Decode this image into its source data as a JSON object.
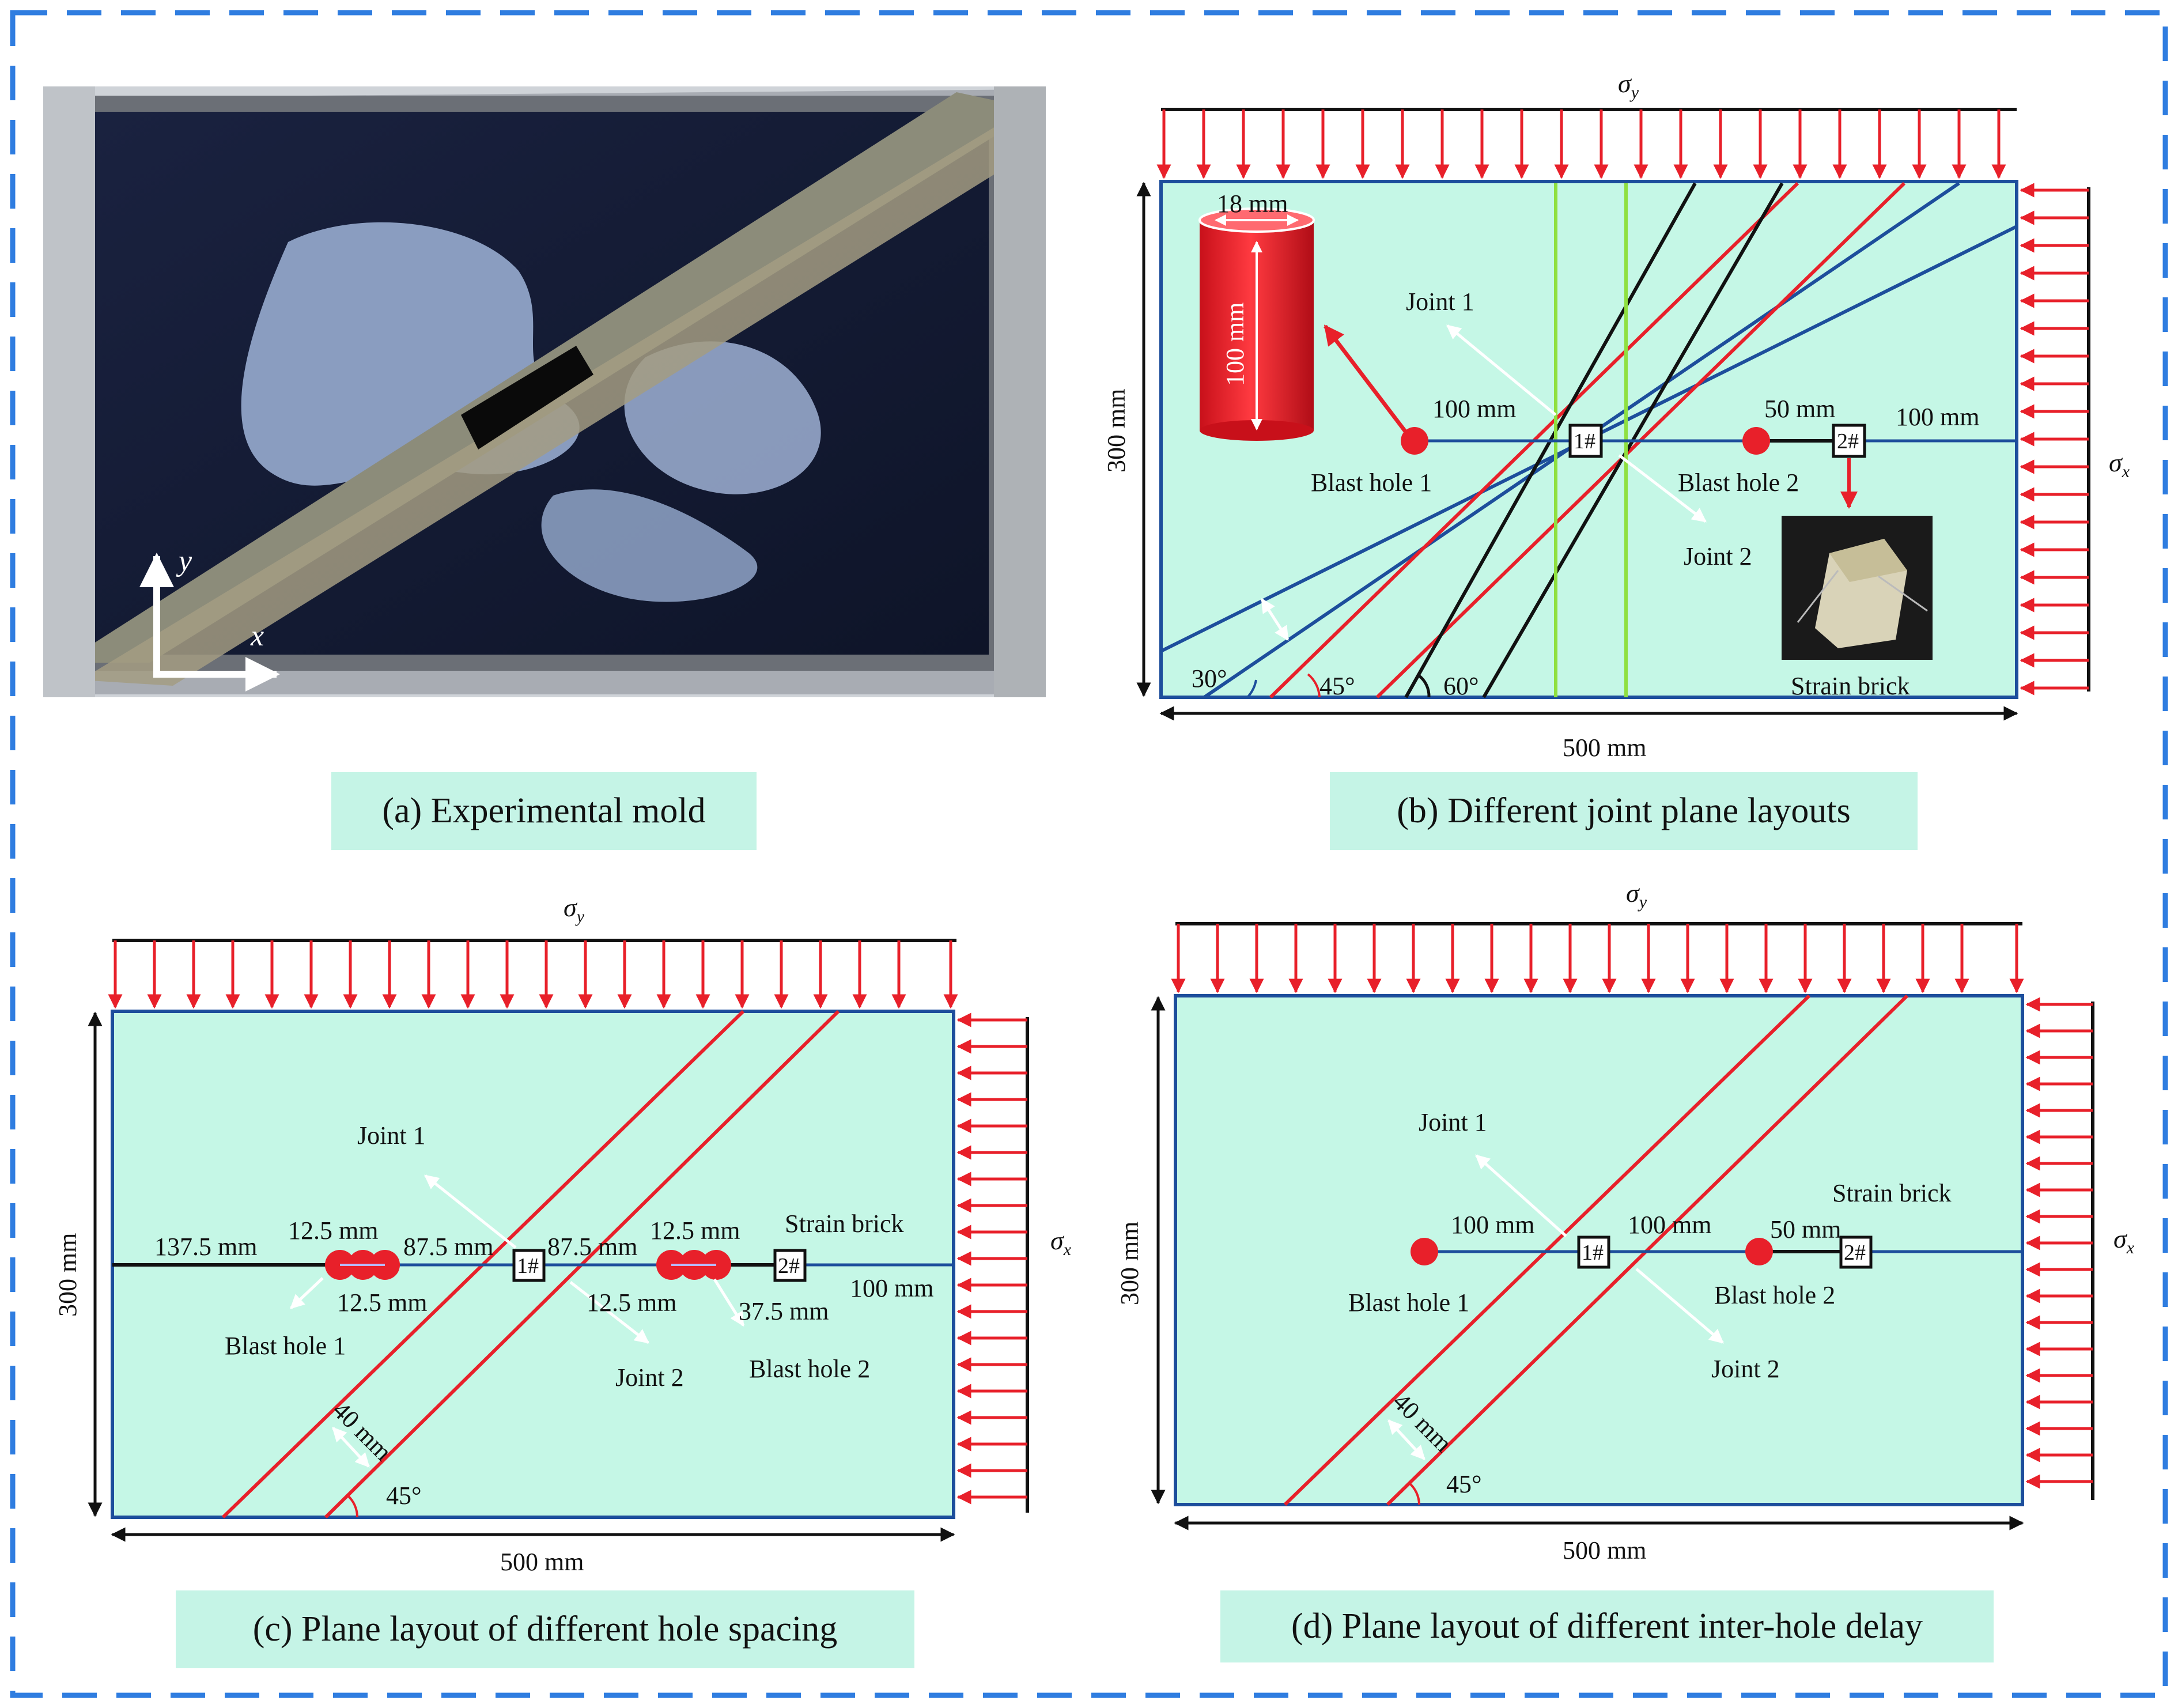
{
  "captions": {
    "a": "(a) Experimental mold",
    "b": "(b) Different joint plane layouts",
    "c": "(c) Plane layout of different hole spacing",
    "d": "(d) Plane layout of different inter-hole delay"
  },
  "photo": {
    "axis_x": "x",
    "axis_y": "y"
  },
  "symbols": {
    "sigma": "σ",
    "sub_y": "y",
    "sub_x": "x"
  },
  "panel_b": {
    "width": "500 mm",
    "height": "300 mm",
    "diameter": "18 mm",
    "length": "100 mm",
    "joint1": "Joint 1",
    "joint2": "Joint 2",
    "hole1": "Blast hole 1",
    "hole2": "Blast hole 2",
    "dist1": "100 mm",
    "dist2": "50 mm",
    "dist3": "100 mm",
    "gauge1": "1#",
    "gauge2": "2#",
    "angle30": "30°",
    "angle45": "45°",
    "angle60": "60°",
    "brick": "Strain brick"
  },
  "panel_c": {
    "width": "500 mm",
    "height": "300 mm",
    "joint1": "Joint 1",
    "joint2": "Joint 2",
    "hole1": "Blast hole 1",
    "hole2": "Blast hole 2",
    "d1": "137.5 mm",
    "d2": "12.5 mm",
    "d3": "87.5 mm",
    "d4": "87.5 mm",
    "d5": "12.5 mm",
    "d6": "12.5 mm",
    "d7": "12.5 mm",
    "d8": "37.5 mm",
    "d9": "100 mm",
    "gauge1": "1#",
    "gauge2": "2#",
    "brick": "Strain brick",
    "spacing": "40 mm",
    "angle": "45°"
  },
  "panel_d": {
    "width": "500 mm",
    "height": "300 mm",
    "joint1": "Joint 1",
    "joint2": "Joint 2",
    "hole1": "Blast hole 1",
    "hole2": "Blast hole 2",
    "d1": "100 mm",
    "d2": "100 mm",
    "d3": "50 mm",
    "gauge1": "1#",
    "gauge2": "2#",
    "brick": "Strain brick",
    "spacing": "40 mm",
    "angle": "45°"
  },
  "colors": {
    "fill": "#c5f7e6",
    "load": "#e8202a",
    "border": "#1d4e9c",
    "joint_blue": "#1d4e9c",
    "joint_green": "#8fe040",
    "dash": "#2f7de0"
  }
}
